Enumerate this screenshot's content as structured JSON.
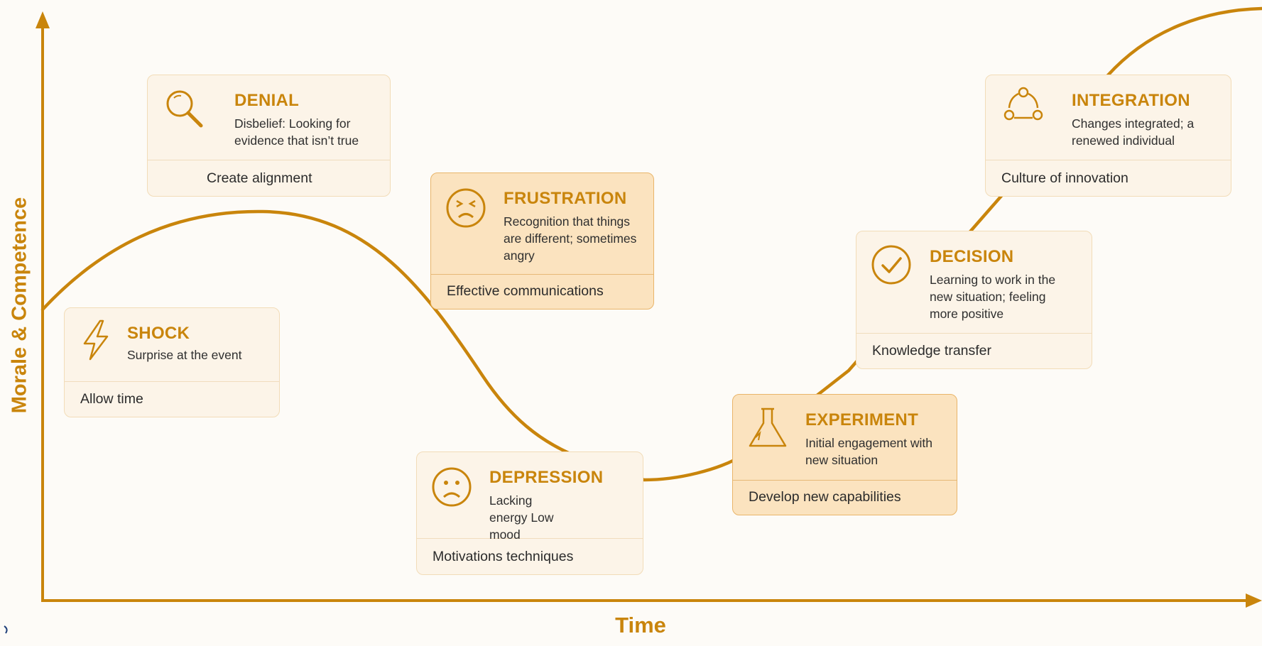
{
  "axes": {
    "y_label": "Morale & Competence",
    "x_label": "Time"
  },
  "colors": {
    "accent": "#c9850c",
    "card_fill": "#fcf4e8",
    "card_fill_strong": "#fbe3bf",
    "card_border": "#f2dcb8",
    "logo": "#1f3f7a"
  },
  "stages": [
    {
      "id": "shock",
      "title": "SHOCK",
      "description": "Surprise at the event",
      "action": "Allow time",
      "icon": "lightning-icon",
      "emphasis": false
    },
    {
      "id": "denial",
      "title": "DENIAL",
      "description": "Disbelief: Looking for evidence that isn’t true",
      "action": "Create alignment",
      "icon": "magnifier-icon",
      "emphasis": false
    },
    {
      "id": "frustration",
      "title": "FRUSTRATION",
      "description": "Recognition that things are different; sometimes angry",
      "action": "Effective communications",
      "icon": "angry-face-icon",
      "emphasis": true
    },
    {
      "id": "depression",
      "title": "DEPRESSION",
      "description": "Lacking energy Low mood",
      "action": "Motivations techniques",
      "icon": "sad-face-icon",
      "emphasis": false
    },
    {
      "id": "experiment",
      "title": "EXPERIMENT",
      "description": "Initial engagement with new situation",
      "action": "Develop new capabilities",
      "icon": "flask-icon",
      "emphasis": true
    },
    {
      "id": "decision",
      "title": "DECISION",
      "description": "Learning to work in the new situation; feeling more positive",
      "action": "Knowledge transfer",
      "icon": "checkmark-icon",
      "emphasis": false
    },
    {
      "id": "integration",
      "title": "INTEGRATION",
      "description": "Changes integrated; a renewed individual",
      "action": "Culture of innovation",
      "icon": "cycle-icon",
      "emphasis": false
    }
  ]
}
